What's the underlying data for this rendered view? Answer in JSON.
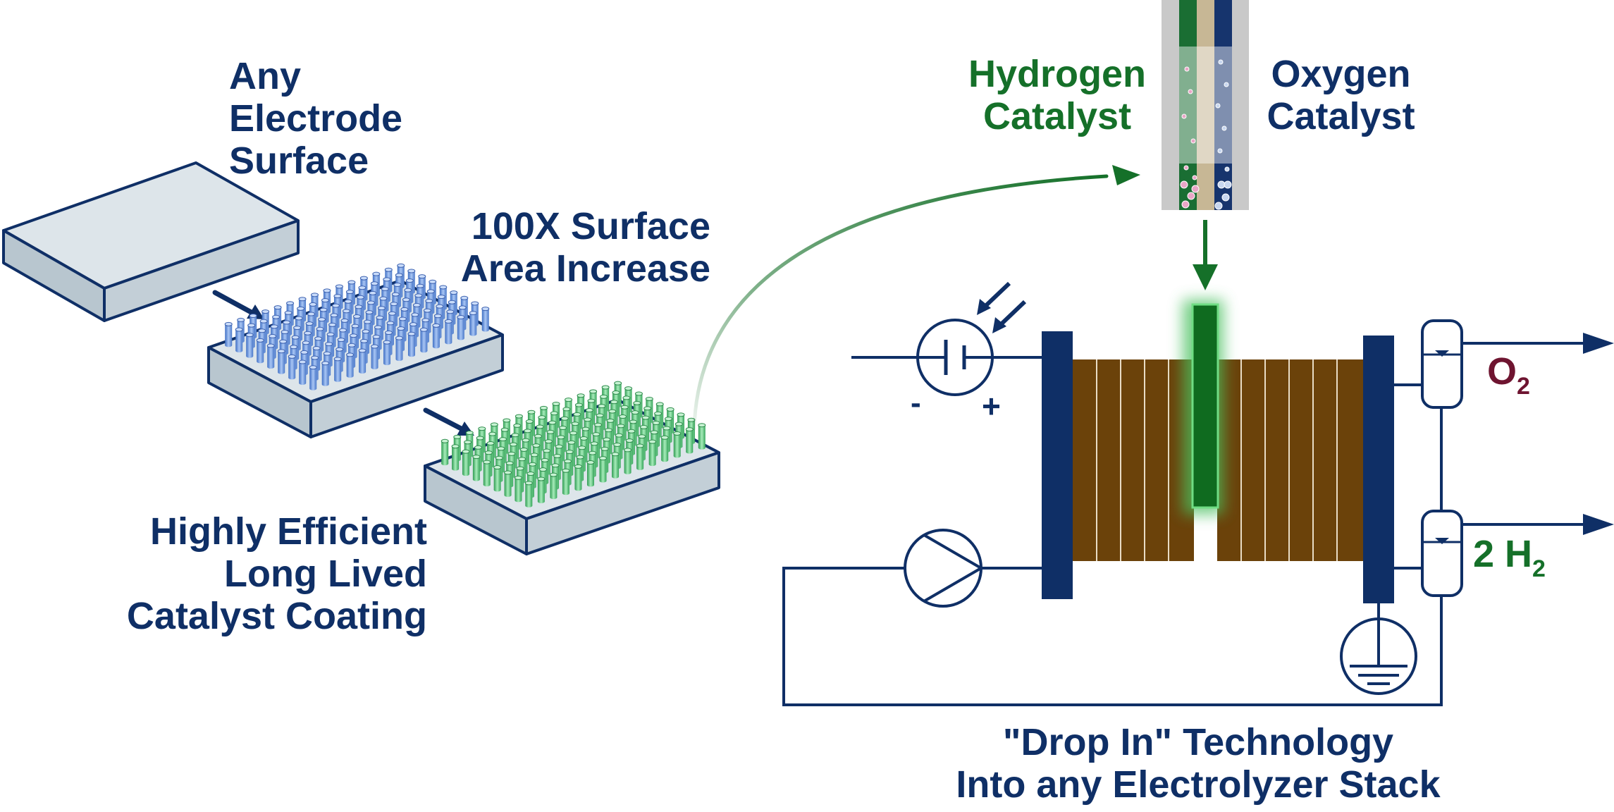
{
  "labels": {
    "any_electrode": [
      "Any",
      "Electrode",
      "Surface"
    ],
    "surface_increase": [
      "100X Surface",
      "Area Increase"
    ],
    "coating": [
      "Highly Efficient",
      "Long Lived",
      "Catalyst Coating"
    ],
    "hydrogen_catalyst": [
      "Hydrogen",
      "Catalyst"
    ],
    "oxygen_catalyst": [
      "Oxygen",
      "Catalyst"
    ],
    "drop_in": [
      "\"Drop In\" Technology",
      "Into any Electrolyzer Stack"
    ],
    "o2": {
      "main": "O",
      "sub": "2"
    },
    "h2": {
      "main": "2 H",
      "sub": "2"
    },
    "minus": "-",
    "plus": "+"
  },
  "colors": {
    "navy": "#0f2f66",
    "green": "#157029",
    "maroon": "#6e1430",
    "plate_brown": "#6b420a",
    "slab_top": "#dde5ea",
    "slab_side": "#b8c6cf",
    "rod_blue": "#7fa6e6",
    "rod_green": "#6fd08a"
  },
  "icons": [
    "battery-light-icon",
    "pump-icon",
    "ground-icon",
    "separator-tank-icon"
  ]
}
